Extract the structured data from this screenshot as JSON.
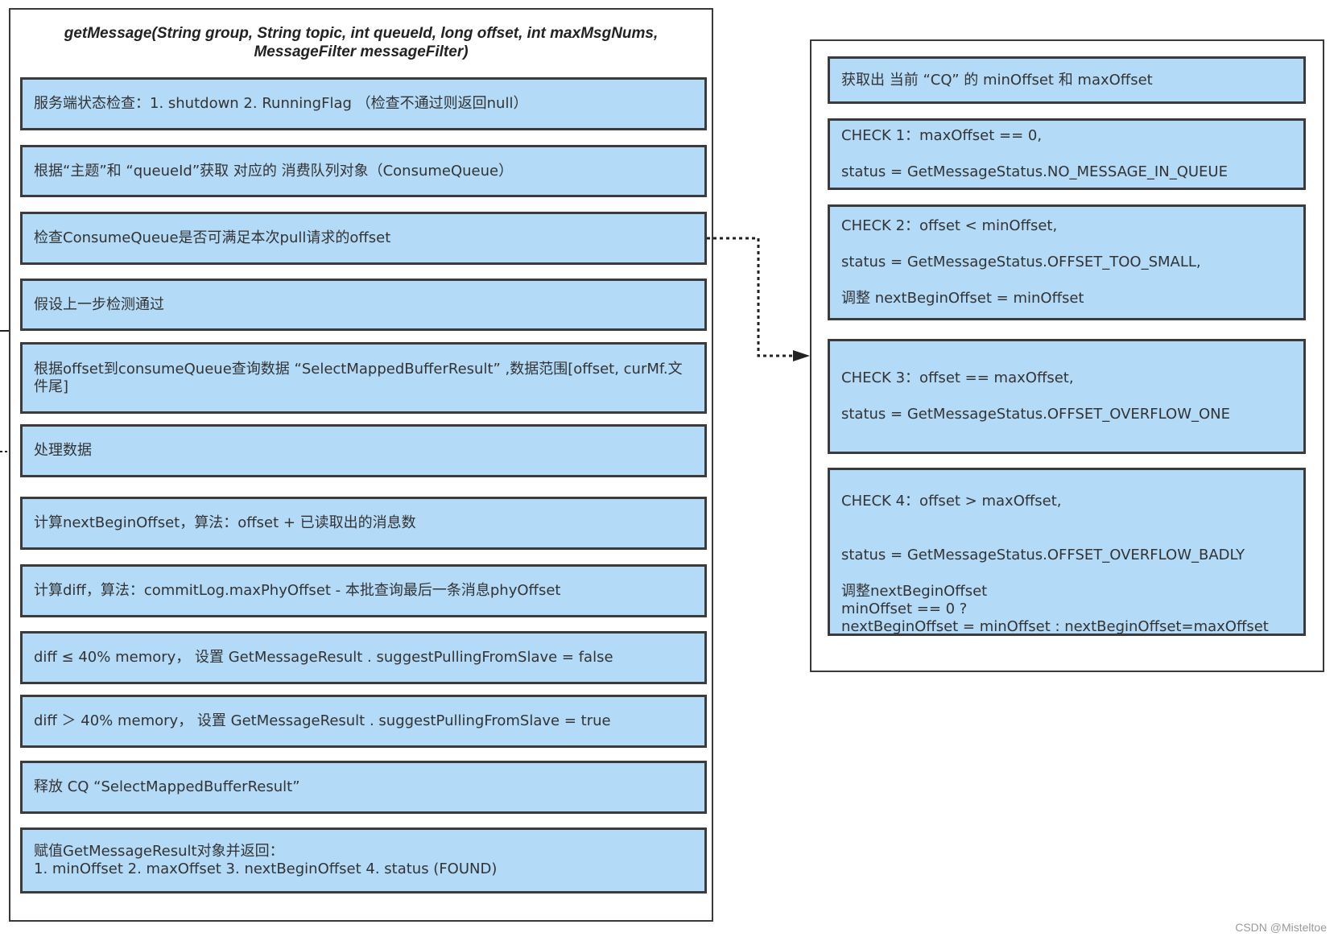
{
  "function_signature": {
    "line1": "getMessage(String group, String topic, int queueId,  long offset, int maxMsgNums,",
    "line2": "MessageFilter messageFilter)"
  },
  "left_steps": [
    {
      "lines": [
        "服务端状态检查：1. shutdown    2. RunningFlag （检查不通过则返回null）"
      ]
    },
    {
      "lines": [
        "根据“主题”和 “queueId”获取 对应的 消费队列对象（ConsumeQueue）"
      ]
    },
    {
      "lines": [
        "检查ConsumeQueue是否可满足本次pull请求的offset"
      ]
    },
    {
      "lines": [
        "假设上一步检测通过"
      ]
    },
    {
      "lines": [
        "根据offset到consumeQueue查询数据 “SelectMappedBufferResult” ,数据范围[offset, curMf.文件尾]"
      ]
    },
    {
      "lines": [
        "处理数据"
      ]
    },
    {
      "lines": [
        "计算nextBeginOffset，算法：offset + 已读取出的消息数"
      ]
    },
    {
      "lines": [
        "计算diff，算法：commitLog.maxPhyOffset - 本批查询最后一条消息phyOffset"
      ]
    },
    {
      "lines": [
        "diff ≤ 40% memory， 设置 GetMessageResult . suggestPullingFromSlave = false"
      ]
    },
    {
      "lines": [
        "diff ＞ 40% memory， 设置 GetMessageResult . suggestPullingFromSlave = true"
      ]
    },
    {
      "lines": [
        "释放 CQ “SelectMappedBufferResult”"
      ]
    },
    {
      "lines": [
        "赋值GetMessageResult对象并返回：",
        "1. minOffset  2. maxOffset  3. nextBeginOffset  4. status (FOUND)"
      ]
    }
  ],
  "right_checks": [
    {
      "lines": [
        "获取出 当前 “CQ” 的 minOffset 和 maxOffset"
      ]
    },
    {
      "lines": [
        "CHECK 1：maxOffset == 0,",
        "status = GetMessageStatus.NO_MESSAGE_IN_QUEUE"
      ]
    },
    {
      "lines": [
        "CHECK 2：offset < minOffset,",
        "status = GetMessageStatus.OFFSET_TOO_SMALL,",
        "调整 nextBeginOffset = minOffset"
      ]
    },
    {
      "lines": [
        "CHECK 3：offset == maxOffset,",
        "status = GetMessageStatus.OFFSET_OVERFLOW_ONE"
      ]
    },
    {
      "lines": [
        "CHECK 4：offset > maxOffset,",
        "status = GetMessageStatus.OFFSET_OVERFLOW_BADLY",
        "调整nextBeginOffset",
        "minOffset == 0 ?",
        "nextBeginOffset = minOffset :  nextBeginOffset=maxOffset"
      ]
    }
  ],
  "watermark": "CSDN @Misteltoe",
  "colors": {
    "box_fill": "#b3daf7",
    "box_border": "#3b3b3b",
    "frame_border": "#3a3a3a",
    "connector": "#222222"
  }
}
